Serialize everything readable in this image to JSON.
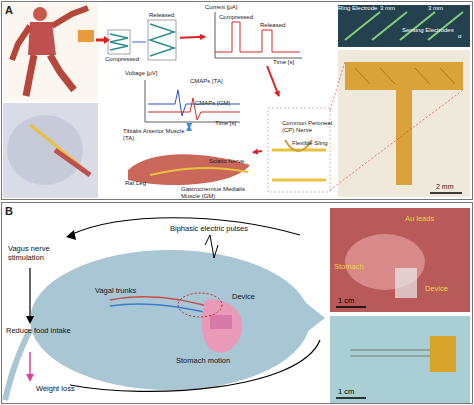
{
  "diagram": {
    "nodes": [
      {
        "text": [
          "A"
        ]
      },
      {
        "text": [
          "Compressed",
          "Released"
        ],
        "in": 0
      },
      {
        "text": [
          "Current [μA]",
          "Time [s]",
          "Compressed",
          "Released"
        ],
        "in": 0
      },
      {
        "text": [
          "Common Peroneal (CP) Nerve",
          "Flexible Sling"
        ],
        "in": 0
      },
      {
        "text": [
          "Tibialis Anterior Muscle (TA)",
          "Gastrocnemius Medialis Muscle (GM)",
          "Sciatic Nerve",
          "Rat Leg"
        ],
        "in": 0
      },
      {
        "text": [
          "Voltage [μV]",
          "Time [s]",
          "CMAPs [TA]",
          "CMAPs [GM]"
        ],
        "in": 0
      },
      {
        "text": [
          "Ring Electrode",
          "3 mm",
          "Sensing Electrodes",
          "3 mm",
          "α",
          "2 mm"
        ],
        "in": 0
      },
      {
        "text": [
          "B"
        ]
      }
    ],
    "edges": [
      {
        "from": 1,
        "to": 2,
        "arrow": "to"
      },
      {
        "from": 2,
        "to": 3,
        "arrow": "to"
      },
      {
        "from": 3,
        "to": 4,
        "arrow": "to"
      },
      {
        "from": 4,
        "to": 5,
        "arrow": "both"
      }
    ],
    "labels": [
      "Vagus nerve stimulation",
      "Biphasic electric pulses",
      "Vagal trunks",
      "Device",
      "Stomach motion",
      "Reduce food intake",
      "Weight loss",
      "Au leads",
      "Stomach",
      "Device",
      "1 cm",
      "1 cm"
    ]
  }
}
